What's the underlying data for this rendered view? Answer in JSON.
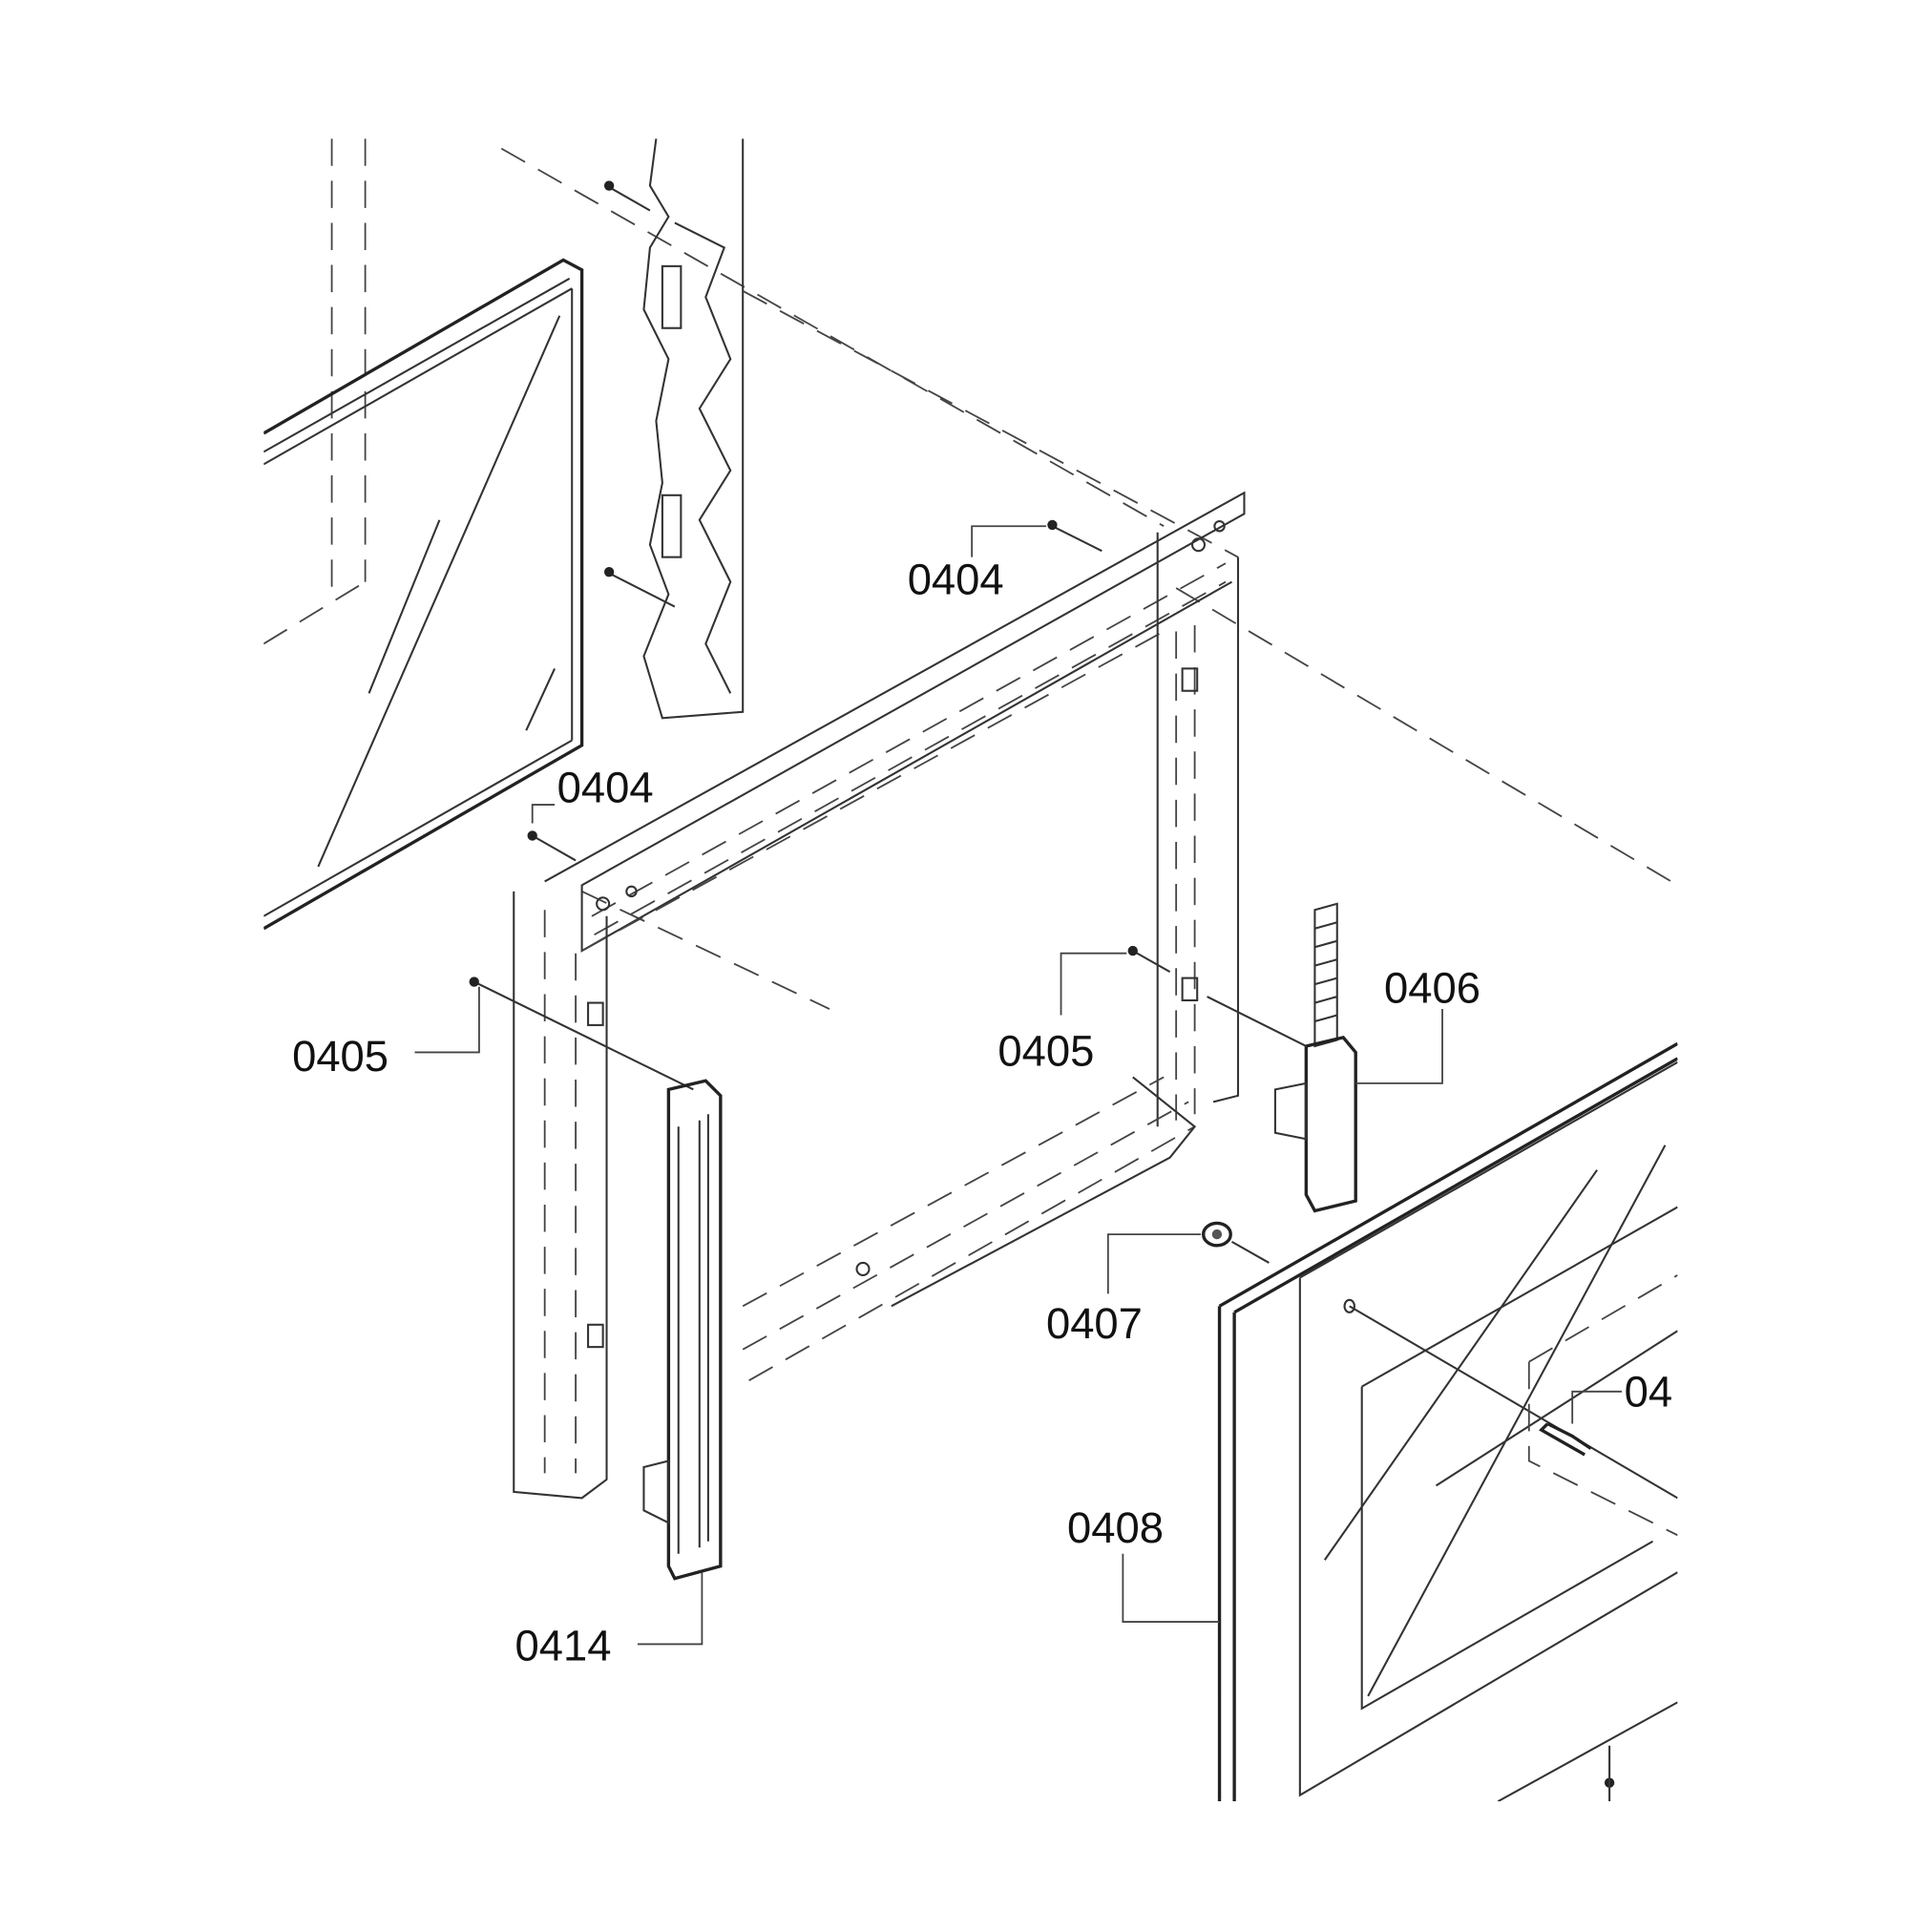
{
  "diagram": {
    "type": "exploded parts diagram",
    "part_labels": {
      "screw_top": "0404",
      "screw_left": "0404",
      "screw_left_lower": "0405",
      "screw_right_lower": "0405",
      "hinge_right": "0406",
      "nut": "0407",
      "door": "0408",
      "hinge_left": "0414",
      "pin_partial": "04"
    }
  }
}
